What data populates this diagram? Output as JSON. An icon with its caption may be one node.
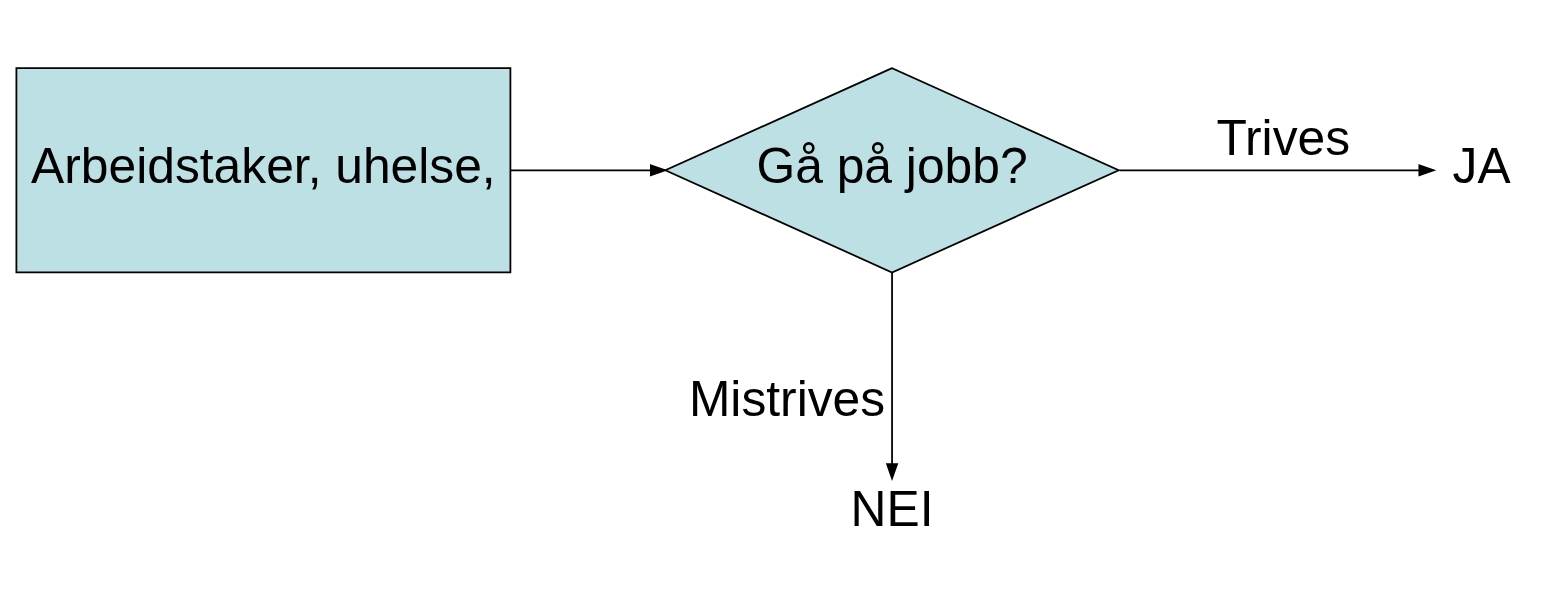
{
  "diagram": {
    "nodes": [
      {
        "text": [
          "Arbeidstaker, uhelse,"
        ]
      },
      {
        "text": [
          "Gå på jobb?"
        ]
      },
      {
        "text": [
          "JA"
        ]
      },
      {
        "text": [
          "NEI"
        ]
      }
    ],
    "edges": [
      {
        "from": 0,
        "to": 1,
        "arrow": "to"
      },
      {
        "from": 1,
        "to": 2,
        "arrow": "to",
        "label": "Trives"
      },
      {
        "from": 1,
        "to": 3,
        "arrow": "to",
        "label": "Mistrives"
      }
    ]
  }
}
